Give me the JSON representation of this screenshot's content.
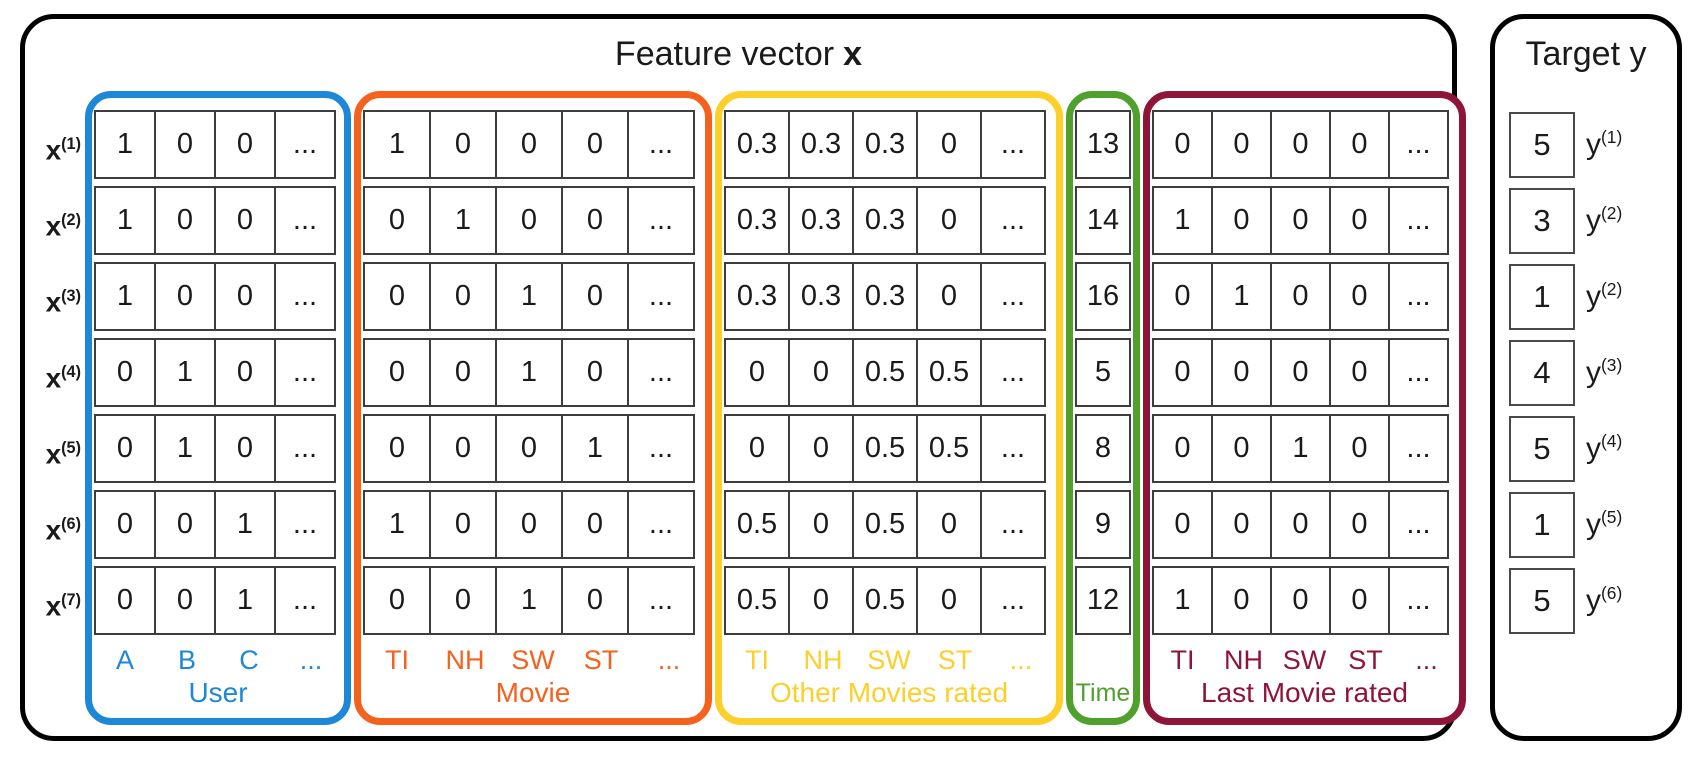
{
  "feature_panel": {
    "title_prefix": "Feature vector",
    "title_bold": "x",
    "row_labels": [
      {
        "base": "x",
        "sup": "(1)"
      },
      {
        "base": "x",
        "sup": "(2)"
      },
      {
        "base": "x",
        "sup": "(3)"
      },
      {
        "base": "x",
        "sup": "(4)"
      },
      {
        "base": "x",
        "sup": "(5)"
      },
      {
        "base": "x",
        "sup": "(6)"
      },
      {
        "base": "x",
        "sup": "(7)"
      }
    ],
    "groups": [
      {
        "id": "user",
        "name": "User",
        "color": "#1d87d8",
        "col_labels": [
          "A",
          "B",
          "C",
          "..."
        ],
        "rows": [
          [
            "1",
            "0",
            "0",
            "..."
          ],
          [
            "1",
            "0",
            "0",
            "..."
          ],
          [
            "1",
            "0",
            "0",
            "..."
          ],
          [
            "0",
            "1",
            "0",
            "..."
          ],
          [
            "0",
            "1",
            "0",
            "..."
          ],
          [
            "0",
            "0",
            "1",
            "..."
          ],
          [
            "0",
            "0",
            "1",
            "..."
          ]
        ]
      },
      {
        "id": "movie",
        "name": "Movie",
        "color": "#f4621d",
        "col_labels": [
          "TI",
          "NH",
          "SW",
          "ST",
          "..."
        ],
        "rows": [
          [
            "1",
            "0",
            "0",
            "0",
            "..."
          ],
          [
            "0",
            "1",
            "0",
            "0",
            "..."
          ],
          [
            "0",
            "0",
            "1",
            "0",
            "..."
          ],
          [
            "0",
            "0",
            "1",
            "0",
            "..."
          ],
          [
            "0",
            "0",
            "0",
            "1",
            "..."
          ],
          [
            "1",
            "0",
            "0",
            "0",
            "..."
          ],
          [
            "0",
            "0",
            "1",
            "0",
            "..."
          ]
        ]
      },
      {
        "id": "other-movies",
        "name": "Other Movies rated",
        "color": "#fccf2b",
        "col_labels": [
          "TI",
          "NH",
          "SW",
          "ST",
          "..."
        ],
        "rows": [
          [
            "0.3",
            "0.3",
            "0.3",
            "0",
            "..."
          ],
          [
            "0.3",
            "0.3",
            "0.3",
            "0",
            "..."
          ],
          [
            "0.3",
            "0.3",
            "0.3",
            "0",
            "..."
          ],
          [
            "0",
            "0",
            "0.5",
            "0.5",
            "..."
          ],
          [
            "0",
            "0",
            "0.5",
            "0.5",
            "..."
          ],
          [
            "0.5",
            "0",
            "0.5",
            "0",
            "..."
          ],
          [
            "0.5",
            "0",
            "0.5",
            "0",
            "..."
          ]
        ]
      },
      {
        "id": "time",
        "name": "Time",
        "color": "#4fa02c",
        "col_labels": [],
        "rows": [
          [
            "13"
          ],
          [
            "14"
          ],
          [
            "16"
          ],
          [
            "5"
          ],
          [
            "8"
          ],
          [
            "9"
          ],
          [
            "12"
          ]
        ]
      },
      {
        "id": "last-movie",
        "name": "Last Movie rated",
        "color": "#8e1537",
        "col_labels": [
          "TI",
          "NH",
          "SW",
          "ST",
          "..."
        ],
        "rows": [
          [
            "0",
            "0",
            "0",
            "0",
            "..."
          ],
          [
            "1",
            "0",
            "0",
            "0",
            "..."
          ],
          [
            "0",
            "1",
            "0",
            "0",
            "..."
          ],
          [
            "0",
            "0",
            "0",
            "0",
            "..."
          ],
          [
            "0",
            "0",
            "1",
            "0",
            "..."
          ],
          [
            "0",
            "0",
            "0",
            "0",
            "..."
          ],
          [
            "1",
            "0",
            "0",
            "0",
            "..."
          ]
        ]
      }
    ]
  },
  "target_panel": {
    "title": "Target y",
    "rows": [
      {
        "value": "5",
        "base": "y",
        "sup": "(1)"
      },
      {
        "value": "3",
        "base": "y",
        "sup": "(2)"
      },
      {
        "value": "1",
        "base": "y",
        "sup": "(2)"
      },
      {
        "value": "4",
        "base": "y",
        "sup": "(3)"
      },
      {
        "value": "5",
        "base": "y",
        "sup": "(4)"
      },
      {
        "value": "1",
        "base": "y",
        "sup": "(5)"
      },
      {
        "value": "5",
        "base": "y",
        "sup": "(6)"
      }
    ]
  }
}
